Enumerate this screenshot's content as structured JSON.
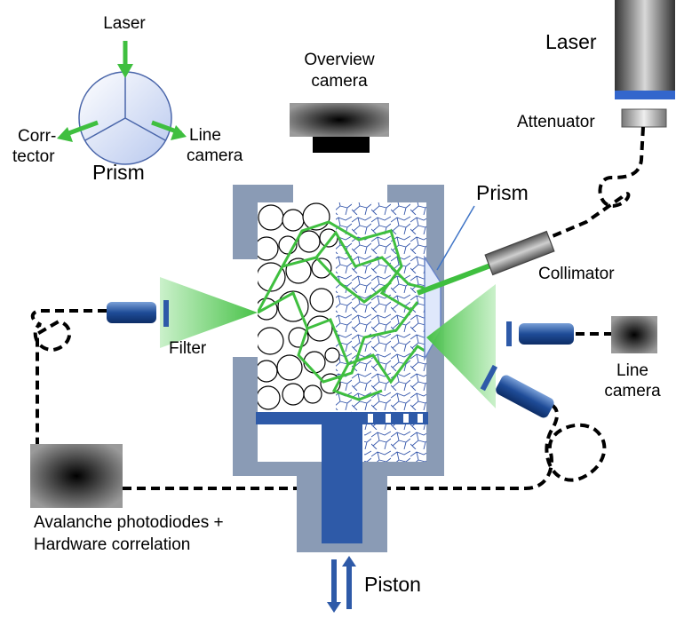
{
  "labels": {
    "prism_inset_laser": "Laser",
    "prism_inset_corrector_1": "Corr-",
    "prism_inset_corrector_2": "tector",
    "prism_inset_line_1": "Line",
    "prism_inset_line_2": "camera",
    "prism_inset_title": "Prism",
    "overview_camera_1": "Overview",
    "overview_camera_2": "camera",
    "laser": "Laser",
    "attenuator": "Attenuator",
    "prism": "Prism",
    "collimator": "Collimator",
    "filter": "Filter",
    "line_camera_1": "Line",
    "line_camera_2": "camera",
    "apd_1": "Avalanche photodiodes +",
    "apd_2": "Hardware correlation",
    "piston": "Piston"
  },
  "colors": {
    "housing": "#8a9bb5",
    "blue_dark": "#2e5aa8",
    "blue_light": "#3f74c6",
    "green": "#3fbf3f",
    "green_light": "#8fe08f",
    "fiber": "#000000",
    "foam_lines": "#3355aa"
  }
}
